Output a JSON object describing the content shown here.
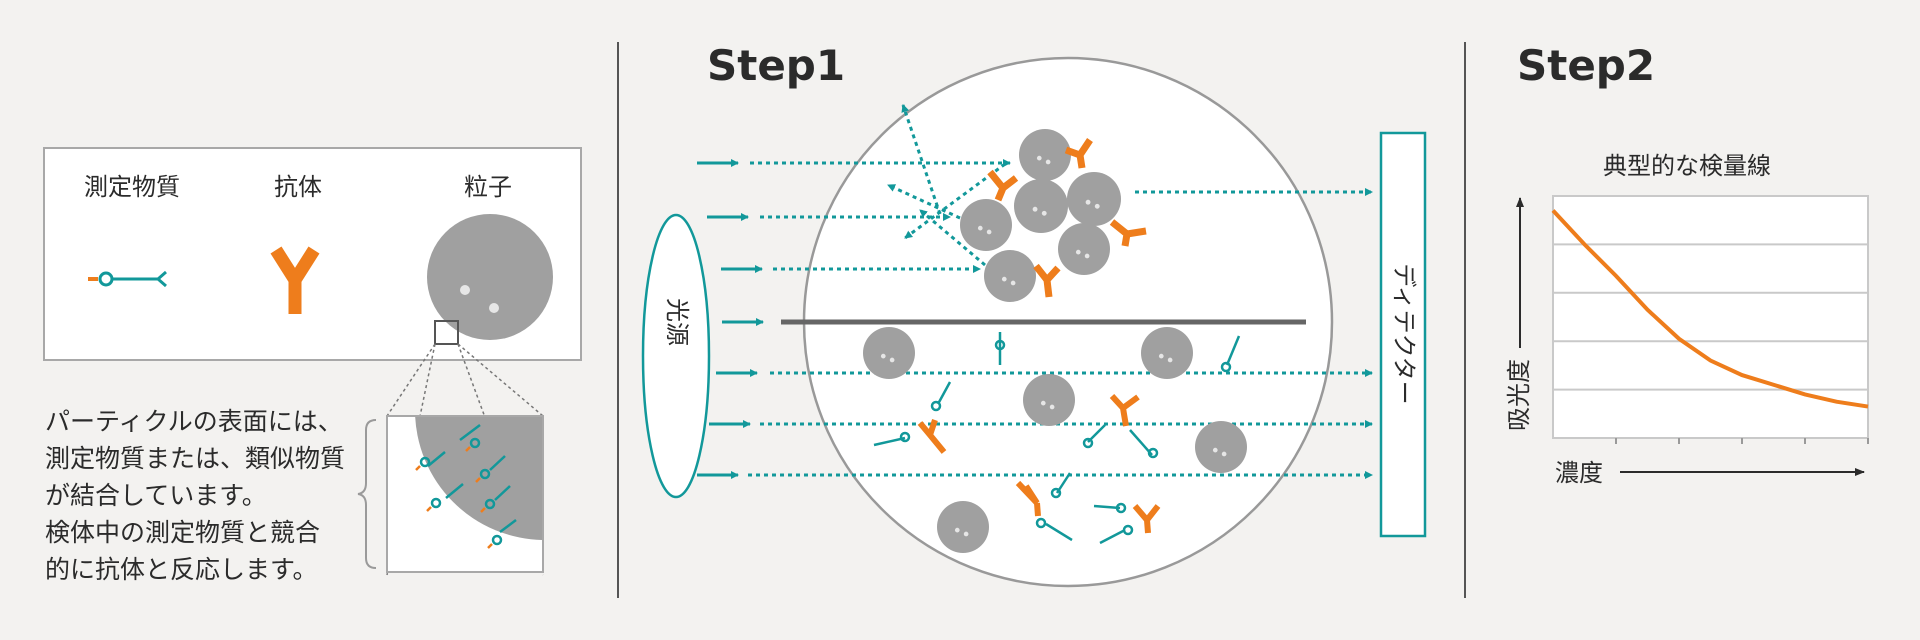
{
  "legend": {
    "analyte_label": "測定物質",
    "antibody_label": "抗体",
    "particle_label": "粒子"
  },
  "description_lines": [
    "パーティクルの表面には、",
    "測定物質または、類似物質",
    "が結合しています。",
    "検体中の測定物質と競合",
    "的に抗体と反応します。"
  ],
  "step1": {
    "title": "Step1",
    "light_source_label": "光源",
    "detector_label": "ディテクター"
  },
  "step2": {
    "title": "Step2",
    "chart_title": "典型的な検量線",
    "y_label": "吸光度",
    "x_label": "濃度"
  },
  "colors": {
    "teal": "#12989a",
    "orange": "#ee7d1c",
    "particle": "#a0a0a0",
    "divider": "#555555"
  },
  "chart_data": {
    "type": "line",
    "title": "典型的な検量線",
    "xlabel": "濃度",
    "ylabel": "吸光度",
    "x": [
      0,
      0.5,
      1,
      1.5,
      2,
      2.5,
      3,
      3.5,
      4,
      4.5,
      5
    ],
    "series": [
      {
        "values": [
          4.7,
          4.0,
          3.35,
          2.65,
          2.05,
          1.6,
          1.3,
          1.1,
          0.9,
          0.75,
          0.65
        ]
      }
    ],
    "xlim": [
      0,
      5
    ],
    "ylim": [
      0,
      5
    ],
    "grid": true
  }
}
